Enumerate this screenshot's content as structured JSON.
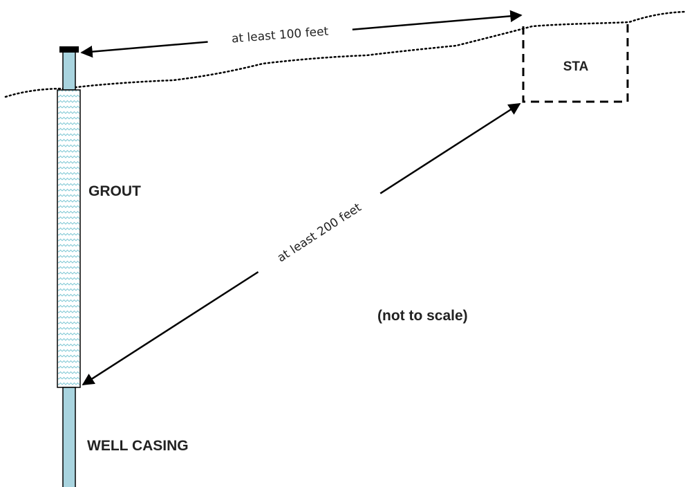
{
  "labels": {
    "dimension_top": "at least 100 feet",
    "dimension_diagonal": "at least 200 feet",
    "sta": "STA",
    "grout": "GROUT",
    "well_casing": "WELL CASING",
    "note": "(not to scale)"
  },
  "colors": {
    "casing_fill": "#a9d4df",
    "grout_pattern": "#7fc8d4",
    "ink": "#000000",
    "text": "#222222",
    "background": "#ffffff"
  }
}
